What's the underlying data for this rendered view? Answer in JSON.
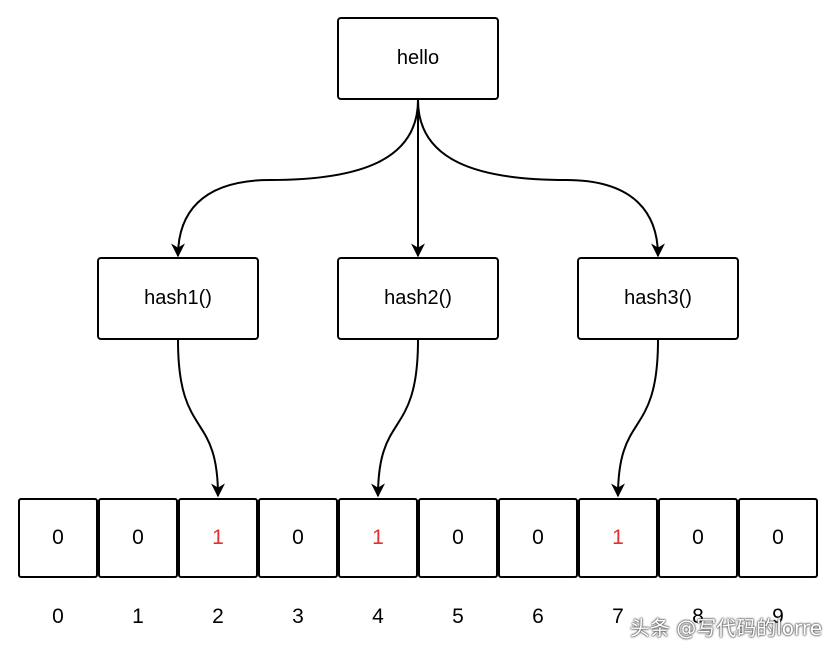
{
  "source": {
    "label": "hello"
  },
  "hash_functions": [
    {
      "label": "hash1()"
    },
    {
      "label": "hash2()"
    },
    {
      "label": "hash3()"
    }
  ],
  "bit_array": {
    "values": [
      "0",
      "0",
      "1",
      "0",
      "1",
      "0",
      "0",
      "1",
      "0",
      "0"
    ],
    "indices": [
      "0",
      "1",
      "2",
      "3",
      "4",
      "5",
      "6",
      "7",
      "8",
      "9"
    ],
    "set_color": "#e03030"
  },
  "watermark": "头条 @写代码的lorre"
}
